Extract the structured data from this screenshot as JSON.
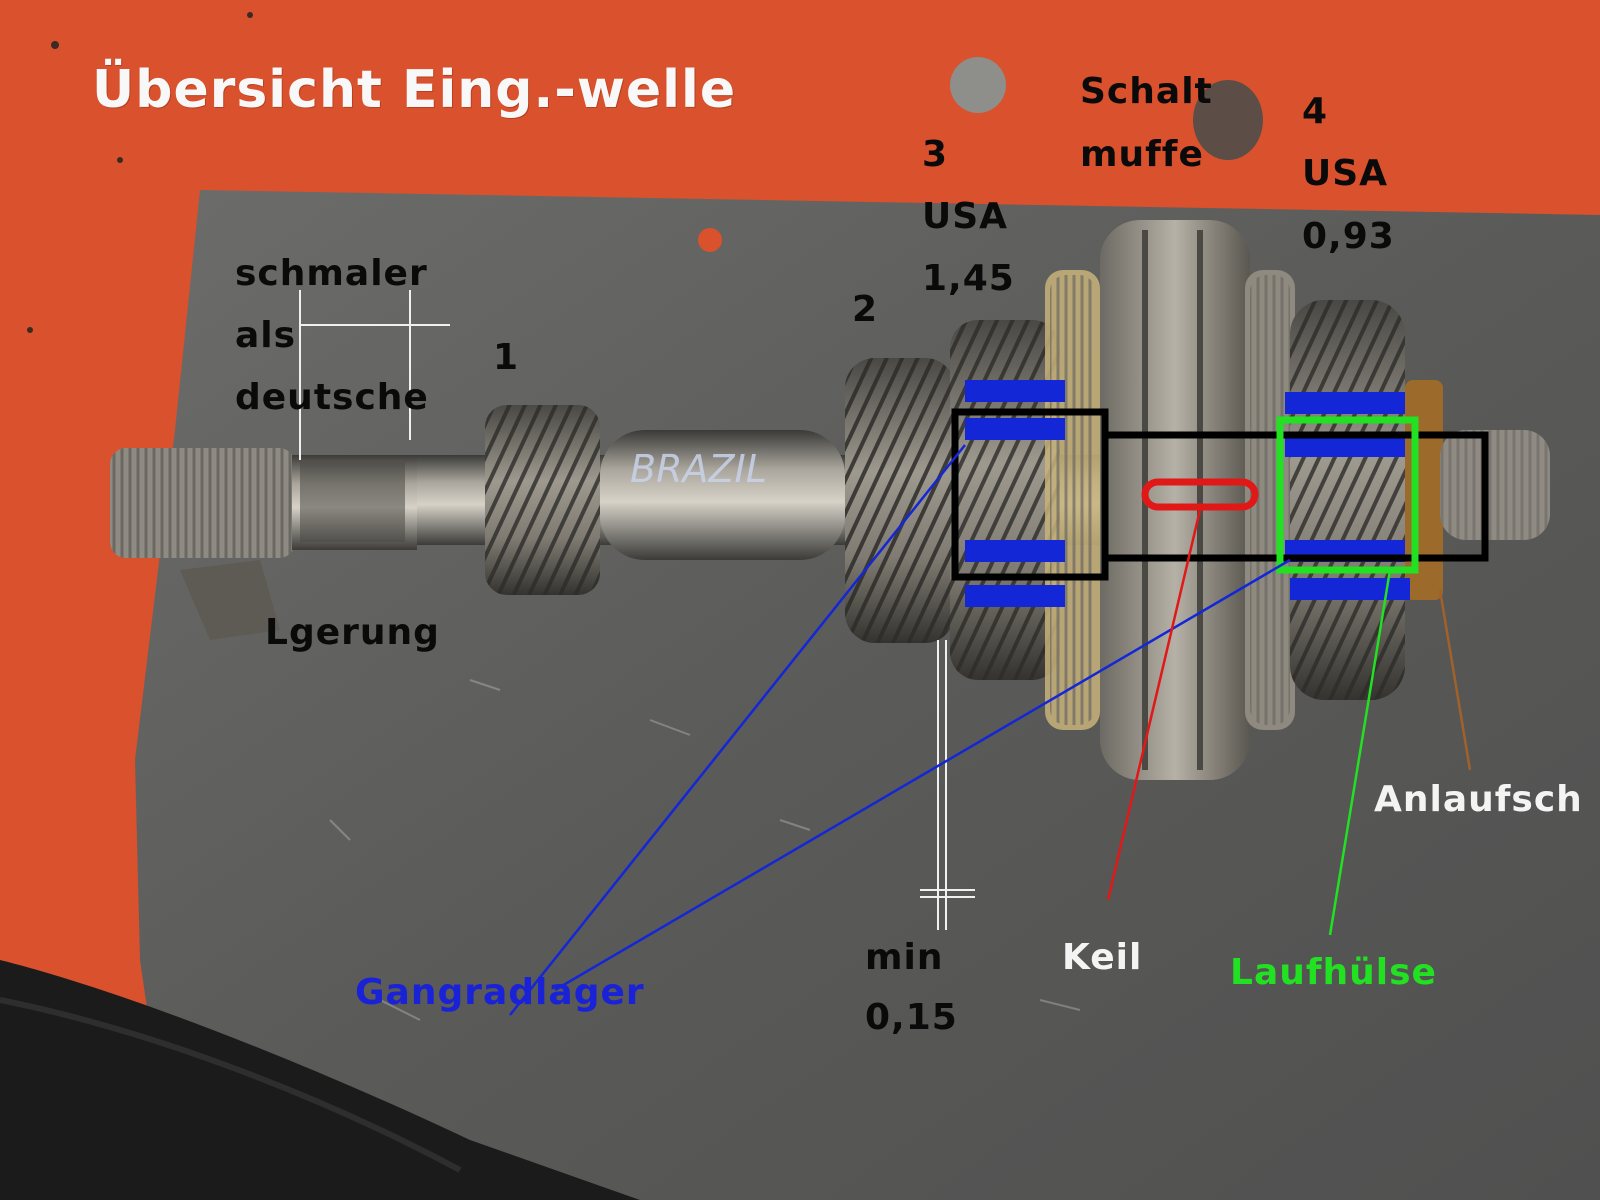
{
  "title": "Übersicht Eing.-welle",
  "labels": {
    "schmaler_1": "schmaler",
    "schmaler_2": "als",
    "schmaler_3": "deutsche",
    "lgerung": "Lgerung",
    "gear_1": "1",
    "gear_2": "2",
    "gear_3_num": "3",
    "gear_3_usa": "USA",
    "gear_3_val": "1,45",
    "schalt_1": "Schalt",
    "schalt_2": "muffe",
    "gear_4_num": "4",
    "gear_4_usa": "USA",
    "gear_4_val": "0,93",
    "anlaufsch": "Anlaufsch",
    "keil": "Keil",
    "laufhuelse": "Laufhülse",
    "gangradlager": "Gangradlager",
    "min_1": "min",
    "min_2": "0,15",
    "shaft_marking": "BRAZIL"
  },
  "colors": {
    "background_orange": "#d9512d",
    "metal_plate": "#5d5d5d",
    "bearing_blue": "#1327d6",
    "keil_red": "#e01818",
    "laufhuelse_green": "#22e022",
    "outline_black": "#000000"
  }
}
